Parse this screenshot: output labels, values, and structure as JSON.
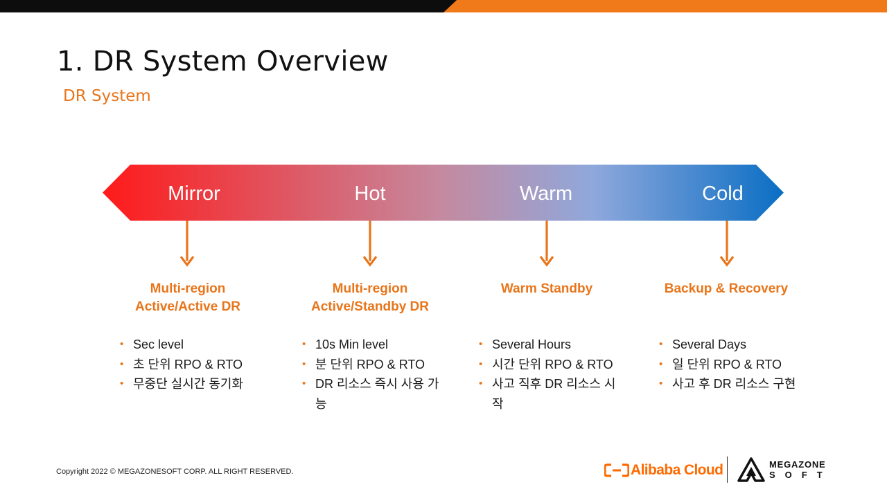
{
  "slide": {
    "title": "1. DR System Overview",
    "subtitle": "DR System"
  },
  "colors": {
    "accent": "#e8751a",
    "band_start": "#ff1a1a",
    "band_mid": "#c48aa0",
    "band_light": "#8fa8dc",
    "band_end": "#0a6ec4"
  },
  "stages": [
    {
      "label": "Mirror",
      "title_lines": [
        "Multi-region",
        "Active/Active DR"
      ],
      "bullets": [
        "Sec level",
        "초 단위 RPO & RTO",
        "무중단 실시간 동기화"
      ]
    },
    {
      "label": "Hot",
      "title_lines": [
        "Multi-region",
        "Active/Standby  DR"
      ],
      "bullets": [
        "10s Min level",
        "분 단위 RPO & RTO",
        "DR 리소스 즉시 사용 가능"
      ]
    },
    {
      "label": "Warm",
      "title_lines": [
        "Warm  Standby"
      ],
      "bullets": [
        "Several Hours",
        "시간 단위 RPO & RTO",
        "사고 직후 DR 리소스 시작"
      ]
    },
    {
      "label": "Cold",
      "title_lines": [
        "Backup  &  Recovery"
      ],
      "bullets": [
        "Several Days",
        "일 단위 RPO & RTO",
        "사고 후 DR 리소스 구현"
      ]
    }
  ],
  "footer": {
    "copyright": "Copyright 2022 © MEGAZONESOFT  CORP. ALL RIGHT RESERVED.",
    "alibaba_logo_text": "Alibaba Cloud",
    "megazone_top": "MEGAZONE",
    "megazone_bottom": "SOFT"
  }
}
